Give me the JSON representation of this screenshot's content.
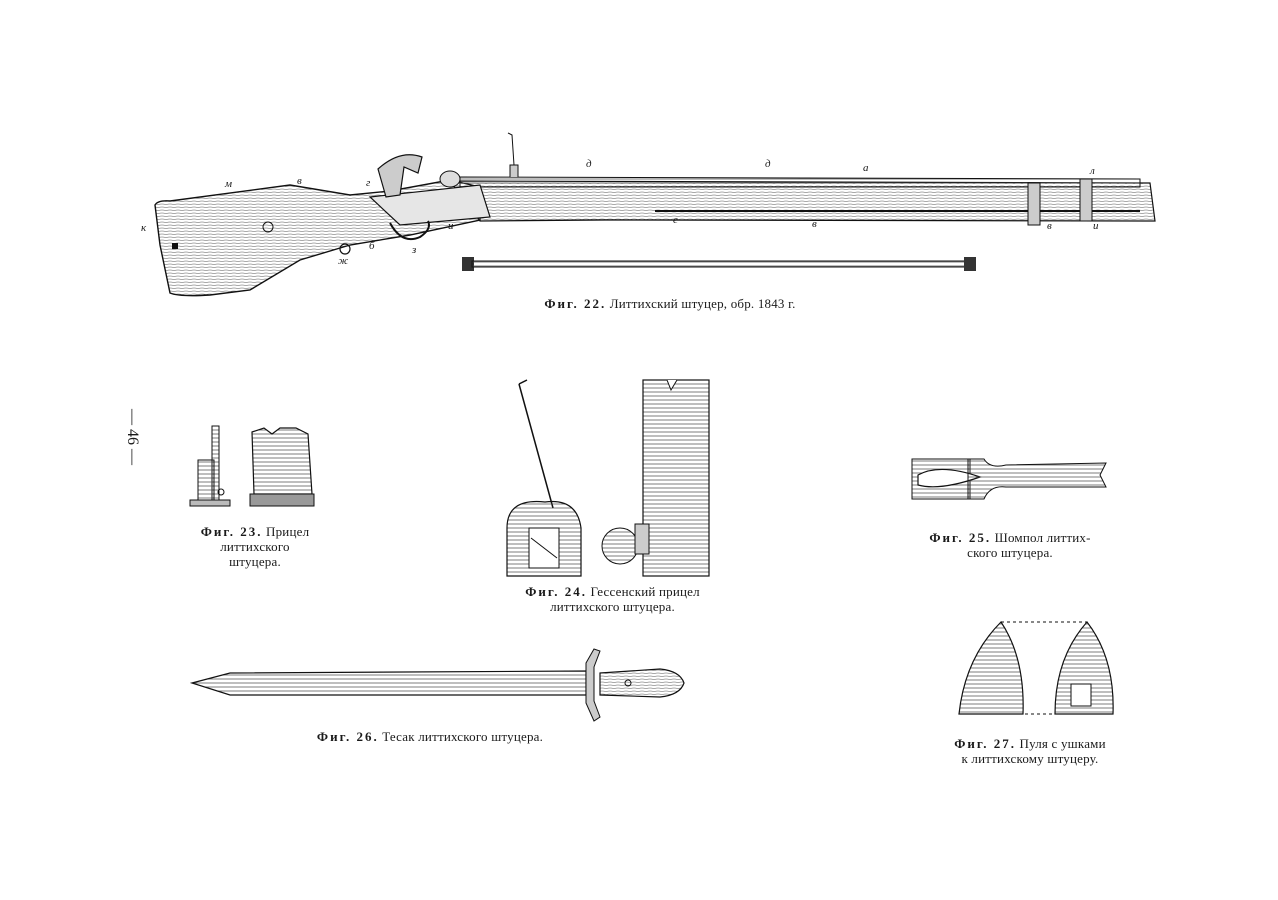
{
  "page": {
    "number": "— 46 —"
  },
  "fig22": {
    "caption_label": "Фиг. 22.",
    "caption_text": "Литтихский штуцер, обр. 1843 г.",
    "letters": [
      "м",
      "в",
      "к",
      "г",
      "б",
      "з",
      "ж",
      "и",
      "д",
      "д",
      "а",
      "е",
      "в",
      "л",
      "в",
      "и"
    ]
  },
  "fig23": {
    "caption_label": "Фиг. 23.",
    "caption_line1": "Прицел",
    "caption_line2": "литтихского",
    "caption_line3": "штуцера."
  },
  "fig24": {
    "caption_label": "Фиг. 24.",
    "caption_line1": "Гессенский прицел",
    "caption_line2": "литтихского штуцера."
  },
  "fig25": {
    "caption_label": "Фиг. 25.",
    "caption_line1": "Шомпол литтих-",
    "caption_line2": "ского штуцера."
  },
  "fig26": {
    "caption_label": "Фиг. 26.",
    "caption_text": "Тесак литтихского штуцера."
  },
  "fig27": {
    "caption_label": "Фиг. 27.",
    "caption_line1": "Пуля с ушками",
    "caption_line2": "к литтихскому штуцеру."
  }
}
